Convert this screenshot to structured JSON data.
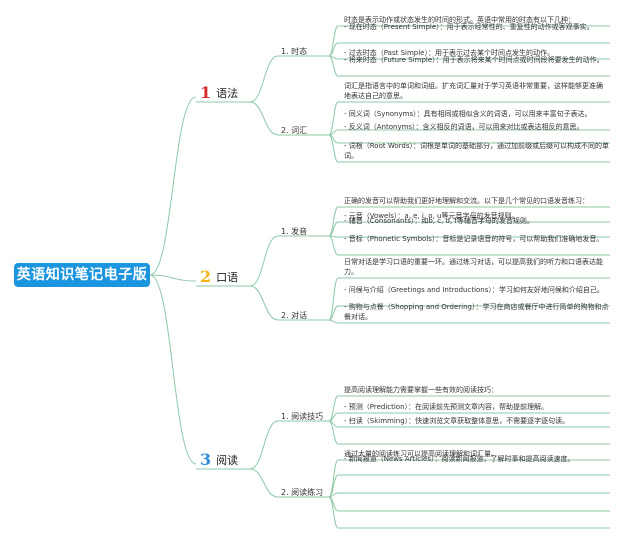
{
  "root": {
    "title": "英语知识笔记电子版"
  },
  "branches": [
    {
      "num": "1",
      "label": "语法",
      "color": "#d62d2d",
      "subs": [
        {
          "label": "1. 时态",
          "items": [
            "时态是表示动作或状态发生的时间的形式。英语中常用的时态有以下几种：",
            "- 现在时态（Present Simple）：用于表示经常性的、重复性的动作或客观事实。",
            "- 过去时态（Past Simple）：用于表示过去某个时间点发生的动作。",
            "- 将来时态（Future Simple）：用于表示将来某个时间点或时间段将要发生的动作。"
          ]
        },
        {
          "label": "2. 词汇",
          "items": [
            "词汇是指语言中的单词和词组。扩充词汇量对于学习英语非常重要，这样能够更准确地表达自己的意思。",
            "- 同义词（Synonyms）：具有相同或相似含义的词语，可以用来丰富句子表达。",
            "- 反义词（Antonyms）：含义相反的词语，可以用来对比或表达相反的意思。",
            "- 词根（Root Words）：词根是单词的基础部分，通过加前缀或后缀可以构成不同的单词。"
          ]
        }
      ]
    },
    {
      "num": "2",
      "label": "口语",
      "color": "#f2b418",
      "subs": [
        {
          "label": "1. 发音",
          "items": [
            "正确的发音可以帮助我们更好地理解和交流。以下是几个常见的口语发音练习：",
            "- 元音（Vowels）：a, e, i, o, u等元音字母的发音规则。",
            "- 辅音（Consonants）：如b, c, d, f等辅音字母的发音规则。",
            "- 音标（Phonetic Symbols）：音标是记录语音的符号，可以帮助我们准确地发音。"
          ]
        },
        {
          "label": "2. 对话",
          "items": [
            "日常对话是学习口语的重要一环。通过练习对话，可以提高我们的听力和口语表达能力。",
            "- 问候与介绍（Greetings and Introductions）：学习如何友好地问候和介绍自己。",
            "- 购物与点餐（Shopping and Ordering）：学习在商店或餐厅中进行简单的购物和点餐对话。"
          ]
        }
      ]
    },
    {
      "num": "3",
      "label": "阅读",
      "color": "#2e8fdc",
      "subs": [
        {
          "label": "1. 阅读技巧",
          "items": [
            "提高阅读理解能力需要掌握一些有效的阅读技巧：",
            "- 预测（Prediction）：在阅读前先预测文章内容，帮助提前理解。",
            "- 扫读（Skimming）：快速浏览文章获取整体意思，不需要逐字逐句读。"
          ]
        },
        {
          "label": "2. 阅读练习",
          "items": [
            "通过大量的阅读练习可以提高阅读理解和词汇量。",
            "- 新闻报道（News Articles）：阅读新闻报道，了解时事和提高阅读速度。"
          ]
        }
      ]
    }
  ]
}
